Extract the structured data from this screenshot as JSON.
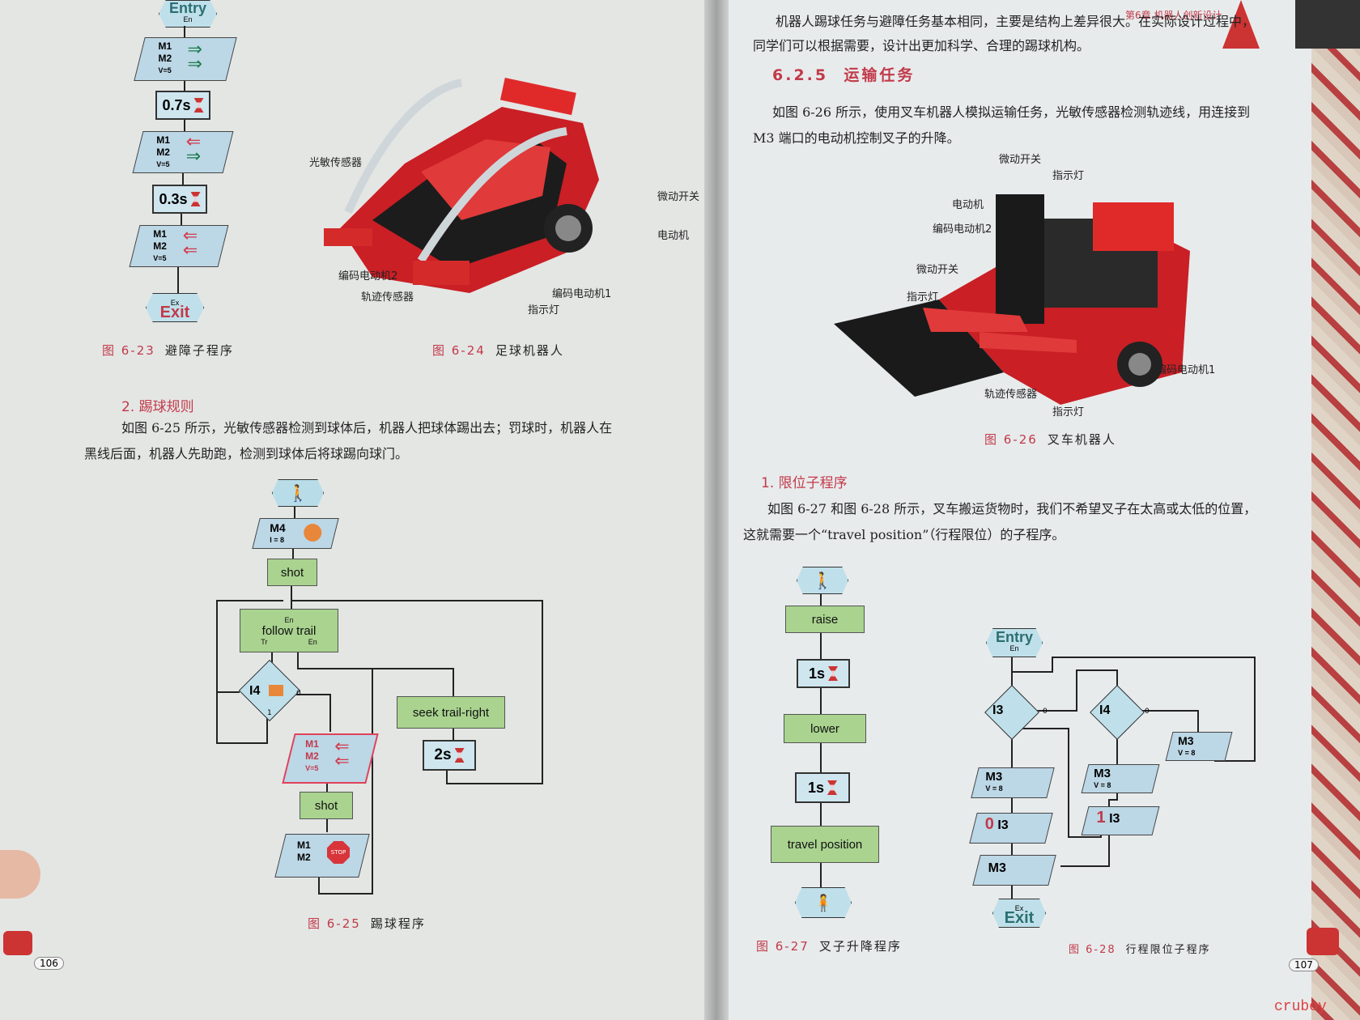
{
  "left": {
    "fig23": {
      "num": "图 6-23",
      "title": "避障子程序",
      "entry": "Entry",
      "entry_sub": "En",
      "m1": "M1",
      "m2": "M2",
      "v": "V=5",
      "t1": "0.7s",
      "t2": "0.3s",
      "exit": "Exit",
      "exit_sub": "Ex"
    },
    "fig24": {
      "num": "图 6-24",
      "title": "足球机器人",
      "labels": [
        "光敏传感器",
        "编码电动机2",
        "轨迹传感器",
        "指示灯",
        "编码电动机1",
        "电动机",
        "微动开关"
      ]
    },
    "section_sub": "2. 踢球规则",
    "para1": "如图 6-25 所示，光敏传感器检测到球体后，机器人把球体踢出去；罚球时，机器人在",
    "para2": "黑线后面，机器人先助跑，检测到球体后将球踢向球门。",
    "fig25": {
      "num": "图 6-25",
      "title": "踢球程序",
      "m4": "M4",
      "m4_sub": "I = 8",
      "shot1": "shot",
      "follow_sub": "En",
      "follow": "follow trail",
      "tr": "Tr",
      "en": "En",
      "i4": "I4",
      "zero": "0",
      "one": "1",
      "seek": "seek trail-right",
      "t": "2s",
      "m1": "M1",
      "m2": "M2",
      "v": "V=5",
      "shot2": "shot",
      "stop": "STOP"
    },
    "page_no": "106"
  },
  "right": {
    "header": "第6章 机器人创新设计",
    "top1": "机器人踢球任务与避障任务基本相同，主要是结构上差异很大。在实际设计过程中，",
    "top2": "同学们可以根据需要，设计出更加科学、合理的踢球机构。",
    "section_num": "6.2.5",
    "section_title": "运输任务",
    "para1": "如图 6-26 所示，使用叉车机器人模拟运输任务，光敏传感器检测轨迹线，用连接到",
    "para2": "M3 端口的电动机控制叉子的升降。",
    "fig26": {
      "num": "图 6-26",
      "title": "叉车机器人",
      "labels": [
        "微动开关",
        "指示灯",
        "电动机",
        "编码电动机2",
        "微动开关",
        "指示灯",
        "轨迹传感器",
        "指示灯",
        "编码电动机1"
      ]
    },
    "sub": "1. 限位子程序",
    "para3": "如图 6-27 和图 6-28 所示，叉车搬运货物时，我们不希望叉子在太高或太低的位置，",
    "para4": "这就需要一个“travel position”（行程限位）的子程序。",
    "fig27": {
      "num": "图 6-27",
      "title": "叉子升降程序",
      "raise": "raise",
      "t1": "1s",
      "lower": "lower",
      "t2": "1s",
      "travel": "travel position"
    },
    "fig28": {
      "num": "图 6-28",
      "title": "行程限位子程序",
      "entry": "Entry",
      "entry_sub": "En",
      "i3": "I3",
      "i4": "I4",
      "zero": "0",
      "one": "1",
      "m3": "M3",
      "v": "V = 8",
      "exit": "Exit",
      "exit_sub": "Ex"
    },
    "page_no": "107",
    "watermark": "cruboy"
  }
}
